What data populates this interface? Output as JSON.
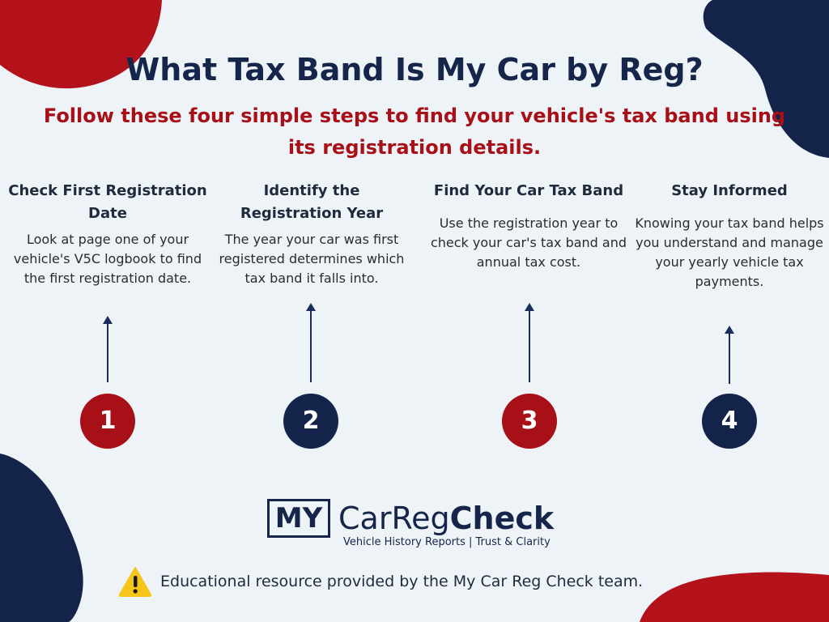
{
  "title": "What Tax Band Is My Car by Reg?",
  "subtitle": "Follow these four simple steps to find your vehicle's tax band using its registration details.",
  "steps": [
    {
      "number": "1",
      "title": "Check First Registration Date",
      "description": "Look at page one of your vehicle's V5C logbook to find the first registration date."
    },
    {
      "number": "2",
      "title": "Identify the Registration Year",
      "description": "The year your car was first registered determines which tax band it falls into."
    },
    {
      "number": "3",
      "title": "Find Your Car Tax Band",
      "description": "Use the registration year to check your car's tax band and annual tax cost."
    },
    {
      "number": "4",
      "title": "Stay Informed",
      "description": "Knowing your tax band helps you understand and manage your yearly vehicle tax payments."
    }
  ],
  "logo": {
    "box_text": "MY",
    "word_regular": "CarReg",
    "word_bold": "Check",
    "tagline": "Vehicle History Reports | Trust & Clarity"
  },
  "footer": {
    "text": "Educational resource provided by the My Car Reg Check team.",
    "icon": "warning-icon"
  },
  "colors": {
    "background": "#eef3f8",
    "navy": "#15264a",
    "red": "#a81017",
    "warning": "#f5c518"
  }
}
